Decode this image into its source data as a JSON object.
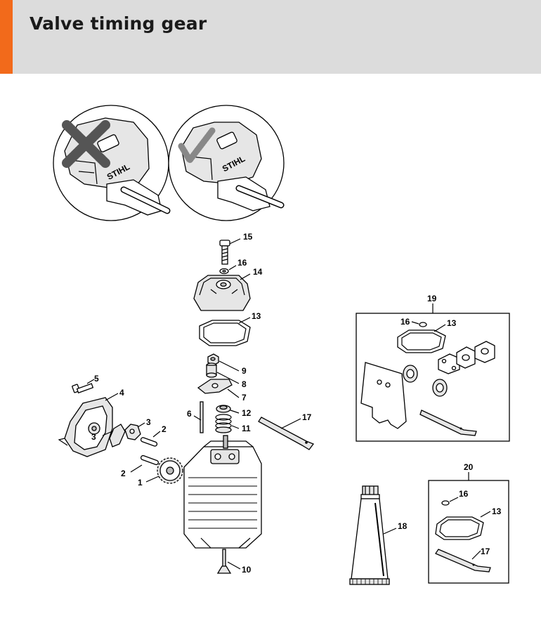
{
  "header": {
    "title": "Valve timing gear",
    "accent_color": "#f26a1b",
    "background_color": "#dcdcdc"
  },
  "badges": {
    "wrong_model_brand": "STIHL",
    "correct_model_brand": "STIHL"
  },
  "callouts": {
    "c1": "1",
    "c2a": "2",
    "c2b": "2",
    "c3a": "3",
    "c3b": "3",
    "c4": "4",
    "c5": "5",
    "c6": "6",
    "c7": "7",
    "c8": "8",
    "c9": "9",
    "c10": "10",
    "c11": "11",
    "c12": "12",
    "c13": "13",
    "c14": "14",
    "c15": "15",
    "c16": "16",
    "c17": "17",
    "c18": "18",
    "c19": "19",
    "c19_16": "16",
    "c19_13": "13",
    "c20": "20",
    "c20_16": "16",
    "c20_13": "13",
    "c20_17": "17"
  }
}
